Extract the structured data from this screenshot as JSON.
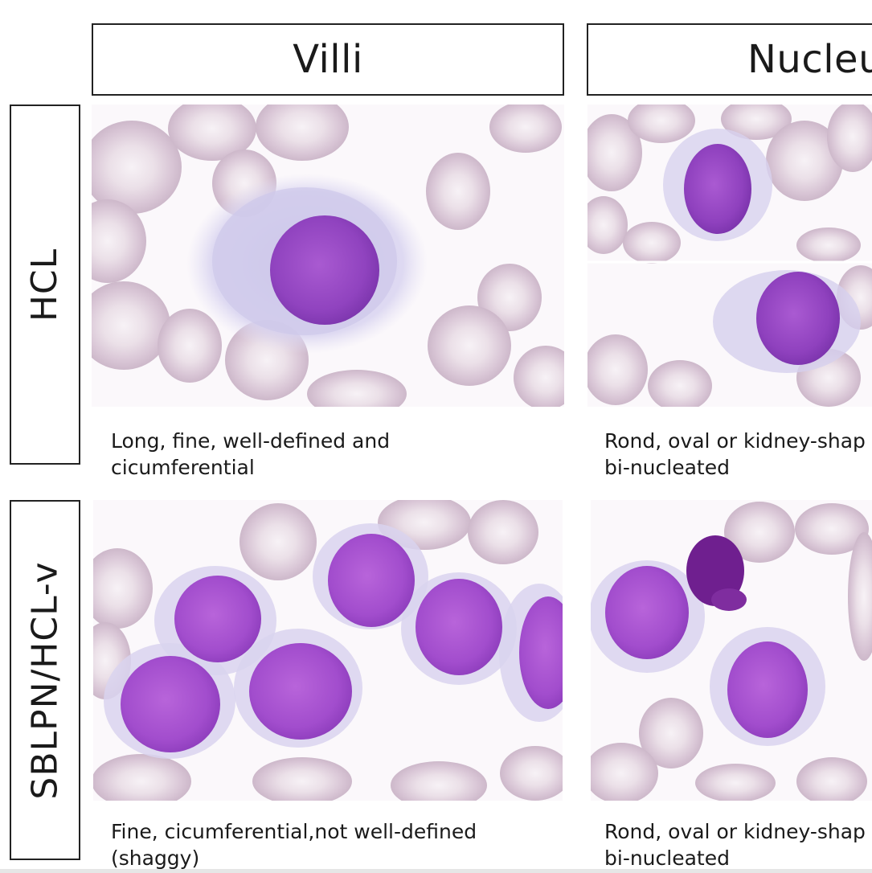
{
  "columns": [
    {
      "label": "Villi"
    },
    {
      "label": "Nucleu"
    }
  ],
  "rows": [
    {
      "label": "HCL"
    },
    {
      "label": "SBLPN/HCL-v"
    }
  ],
  "captions": {
    "hcl_villi": {
      "line1": "Long, fine, well-defined and",
      "line2": "cicumferential"
    },
    "hcl_nucleus": {
      "line1": "Rond, oval or kidney-shap",
      "line2": "bi-nucleated"
    },
    "sblpn_villi": {
      "line1": "Fine, cicumferential,not well-defined",
      "line2": "(shaggy)"
    },
    "sblpn_nucleus": {
      "line1": "Rond, oval or kidney-shap",
      "line2": "bi-nucleated"
    }
  },
  "colors": {
    "rbc": "#d9c6d6",
    "rbc_center": "#f4eef3",
    "nucleus": "#9a45c4",
    "cytoplasm": "#c9c3e6",
    "background": "#fbf8fb"
  }
}
